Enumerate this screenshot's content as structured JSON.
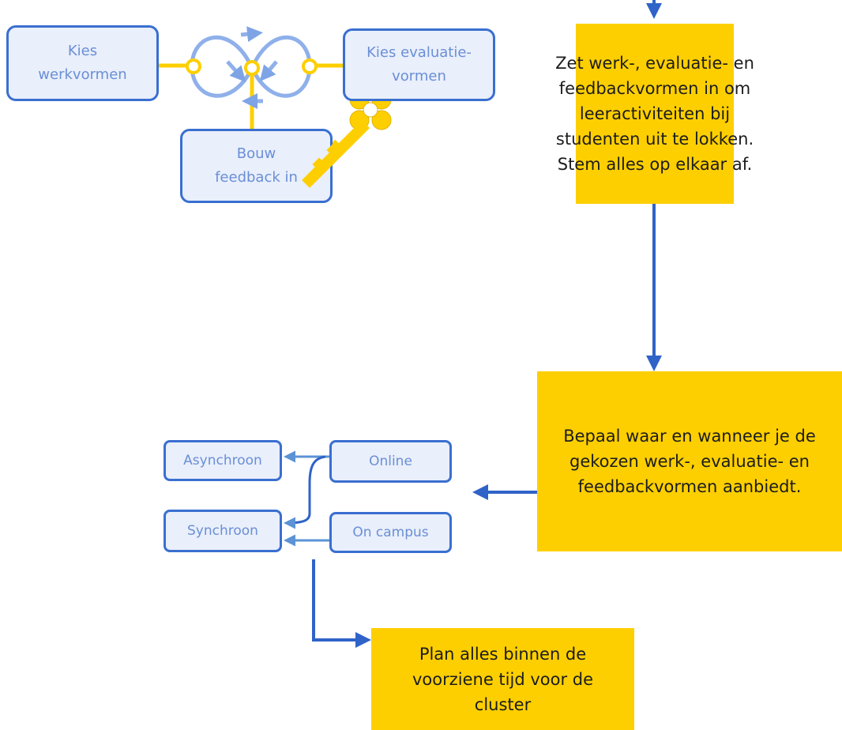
{
  "cycle": {
    "werkvormen": [
      "Kies",
      "werkvormen"
    ],
    "evaluatievormen": [
      "Kies evaluatie-",
      "vormen"
    ],
    "feedback": [
      "Bouw",
      "feedback in"
    ]
  },
  "steps": {
    "step1": [
      "Zet werk-, evaluatie- en",
      "feedbackvormen in om",
      "leeractiviteiten bij",
      "studenten uit te lokken.",
      "Stem alles op elkaar af."
    ],
    "step2": [
      "Bepaal waar en wanneer je de",
      "gekozen werk-, evaluatie- en",
      "feedbackvormen aanbiedt."
    ],
    "step3": [
      "Plan alles binnen de",
      "voorziene tijd voor de",
      "cluster"
    ]
  },
  "options": {
    "asynchroon": "Asynchroon",
    "synchroon": "Synchroon",
    "online": "Online",
    "on_campus": "On campus"
  },
  "colors": {
    "blue_border": "#3a6fd0",
    "blue_fill": "#e9effb",
    "blue_text": "#6a8fd6",
    "yellow": "#fecf00",
    "arrow_blue": "#2f63c8",
    "loop_blue": "#8fb0ea"
  },
  "icons": [
    "key-icon",
    "infinity-cycle-icon"
  ]
}
